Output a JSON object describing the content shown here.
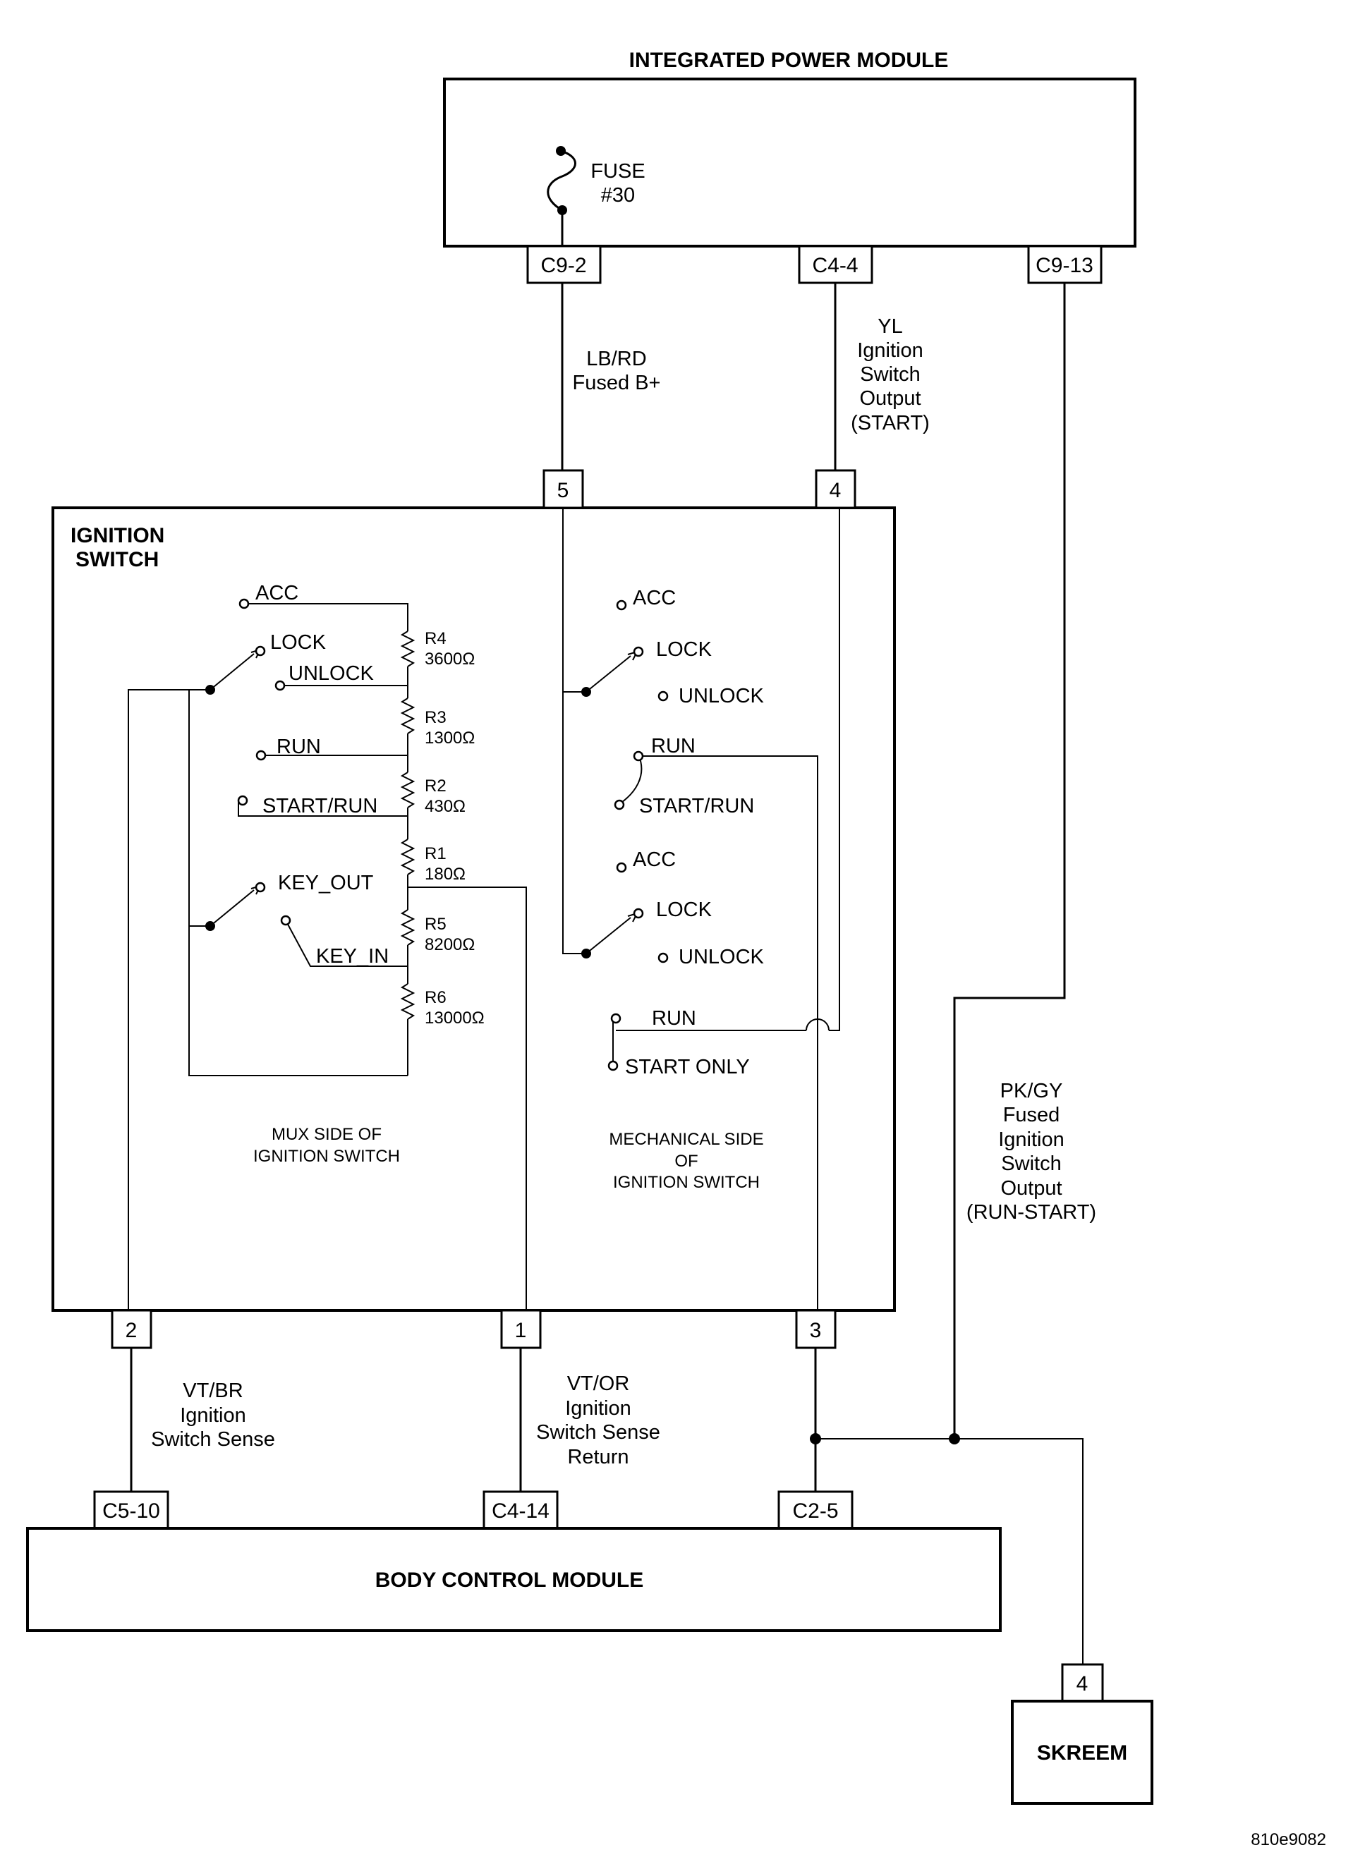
{
  "modules": {
    "ipm": "INTEGRATED POWER MODULE",
    "bcm": "BODY CONTROL MODULE",
    "skreem": "SKREEM",
    "ignition_switch_line1": "IGNITION",
    "ignition_switch_line2": "SWITCH"
  },
  "fuse": {
    "line1": "FUSE",
    "line2": "#30"
  },
  "pins": {
    "ipm_c9_2": "C9-2",
    "ipm_c4_4": "C4-4",
    "ipm_c9_13": "C9-13",
    "sw_5": "5",
    "sw_4": "4",
    "sw_2": "2",
    "sw_1": "1",
    "sw_3": "3",
    "bcm_c5_10": "C5-10",
    "bcm_c4_14": "C4-14",
    "bcm_c2_5": "C2-5",
    "skreem_4": "4"
  },
  "wires": {
    "lbrd_1": "LB/RD",
    "lbrd_2": "Fused B+",
    "yl_1": "YL",
    "yl_2": "Ignition",
    "yl_3": "Switch",
    "yl_4": "Output",
    "yl_5": "(START)",
    "pkgy_1": "PK/GY",
    "pkgy_2": "Fused",
    "pkgy_3": "Ignition",
    "pkgy_4": "Switch",
    "pkgy_5": "Output",
    "pkgy_6": "(RUN-START)",
    "vtbr_1": "VT/BR",
    "vtbr_2": "Ignition",
    "vtbr_3": "Switch Sense",
    "vtor_1": "VT/OR",
    "vtor_2": "Ignition",
    "vtor_3": "Switch Sense",
    "vtor_4": "Return"
  },
  "mux": {
    "acc": "ACC",
    "lock": "LOCK",
    "unlock": "UNLOCK",
    "run": "RUN",
    "start_run": "START/RUN",
    "key_out": "KEY_OUT",
    "key_in": "KEY_IN",
    "side_1": "MUX SIDE OF",
    "side_2": "IGNITION SWITCH"
  },
  "resistors": {
    "r4": "R4",
    "r4_val": "3600Ω",
    "r3": "R3",
    "r3_val": "1300Ω",
    "r2": "R2",
    "r2_val": "430Ω",
    "r1": "R1",
    "r1_val": "180Ω",
    "r5": "R5",
    "r5_val": "8200Ω",
    "r6": "R6",
    "r6_val": "13000Ω"
  },
  "mech": {
    "acc_1": "ACC",
    "lock_1": "LOCK",
    "unlock_1": "UNLOCK",
    "run_1": "RUN",
    "start_run": "START/RUN",
    "acc_2": "ACC",
    "lock_2": "LOCK",
    "unlock_2": "UNLOCK",
    "run_2": "RUN",
    "start_only": "START ONLY",
    "side_1": "MECHANICAL SIDE",
    "side_2": "OF",
    "side_3": "IGNITION SWITCH"
  },
  "figure_id": "810e9082"
}
